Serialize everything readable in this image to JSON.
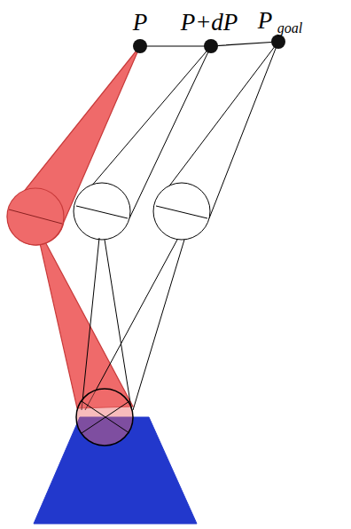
{
  "diagram": {
    "labels": [
      "P",
      "P+dP",
      "P",
      "goal"
    ]
  }
}
